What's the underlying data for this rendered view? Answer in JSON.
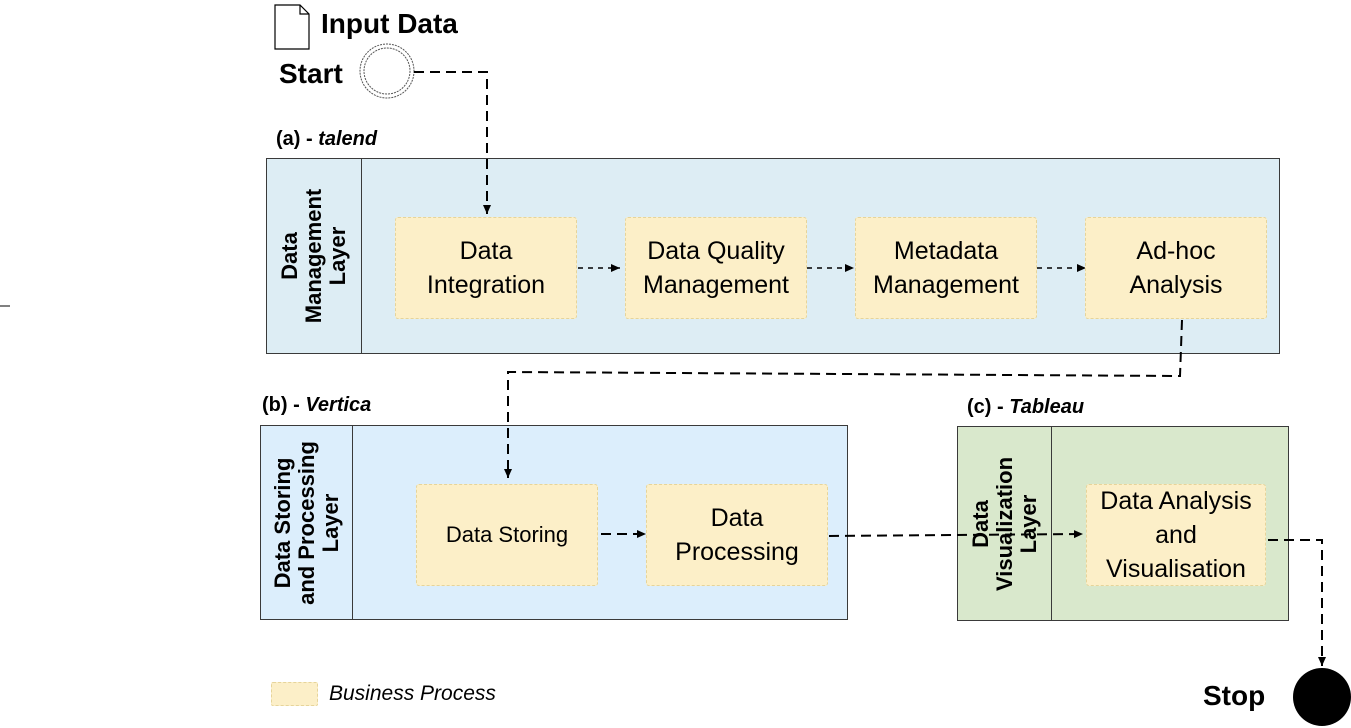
{
  "start": {
    "icon_label": "Input Data",
    "label": "Start"
  },
  "stop": {
    "label": "Stop"
  },
  "layers": {
    "management": {
      "tool_prefix": "(a) - ",
      "tool_name": "talend",
      "title_line1": "Data",
      "title_line2": "Management",
      "title_line3": "Layer",
      "processes": [
        "Data Integration",
        "Data Quality Management",
        "Metadata Management",
        "Ad-hoc Analysis"
      ],
      "proc_lines": [
        [
          "Data",
          "Integration"
        ],
        [
          "Data Quality",
          "Management"
        ],
        [
          "Metadata",
          "Management"
        ],
        [
          "Ad-hoc",
          "Analysis"
        ]
      ]
    },
    "storing": {
      "tool_prefix": "(b) - ",
      "tool_name": "Vertica",
      "title_line1": "Data Storing",
      "title_line2": "and Processing",
      "title_line3": "Layer",
      "proc_storing": "Data Storing",
      "proc_processing_lines": [
        "Data",
        "Processing"
      ]
    },
    "visualization": {
      "tool_prefix": "(c) - ",
      "tool_name": "Tableau",
      "title_line1": "Data",
      "title_line2": "Visualization",
      "title_line3": "Layer",
      "proc_lines": [
        "Data Analysis",
        "and",
        "Visualisation"
      ]
    }
  },
  "legend": {
    "label": "Business Process"
  },
  "colors": {
    "management_lane": "#ddedf4",
    "storing_lane": "#dceefc",
    "visualization_lane": "#d9e8cc",
    "process_fill": "#fcefc8"
  }
}
